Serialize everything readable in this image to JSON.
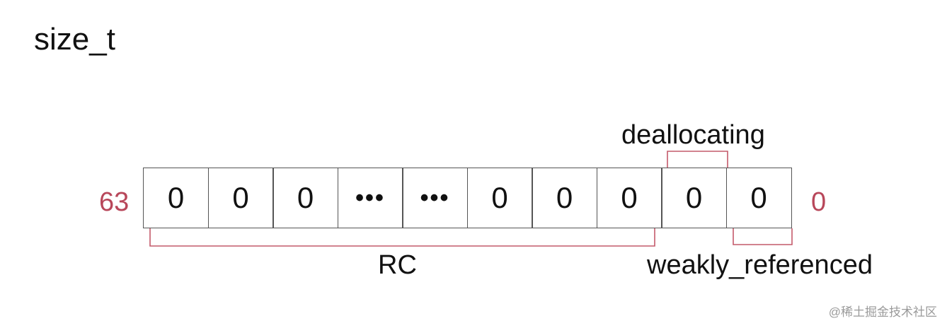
{
  "title": "size_t",
  "bits": {
    "high": "63",
    "low": "0"
  },
  "cells": [
    "0",
    "0",
    "0",
    "•••",
    "•••",
    "0",
    "0",
    "0",
    "0",
    "0"
  ],
  "fields": {
    "deallocating": "deallocating",
    "rc": "RC",
    "weakly_referenced": "weakly_referenced"
  },
  "watermark": "@稀土掘金技术社区",
  "colors": {
    "bit_index": "#b8475a",
    "bracket": "#c45a6a",
    "cell_border": "#555555"
  }
}
